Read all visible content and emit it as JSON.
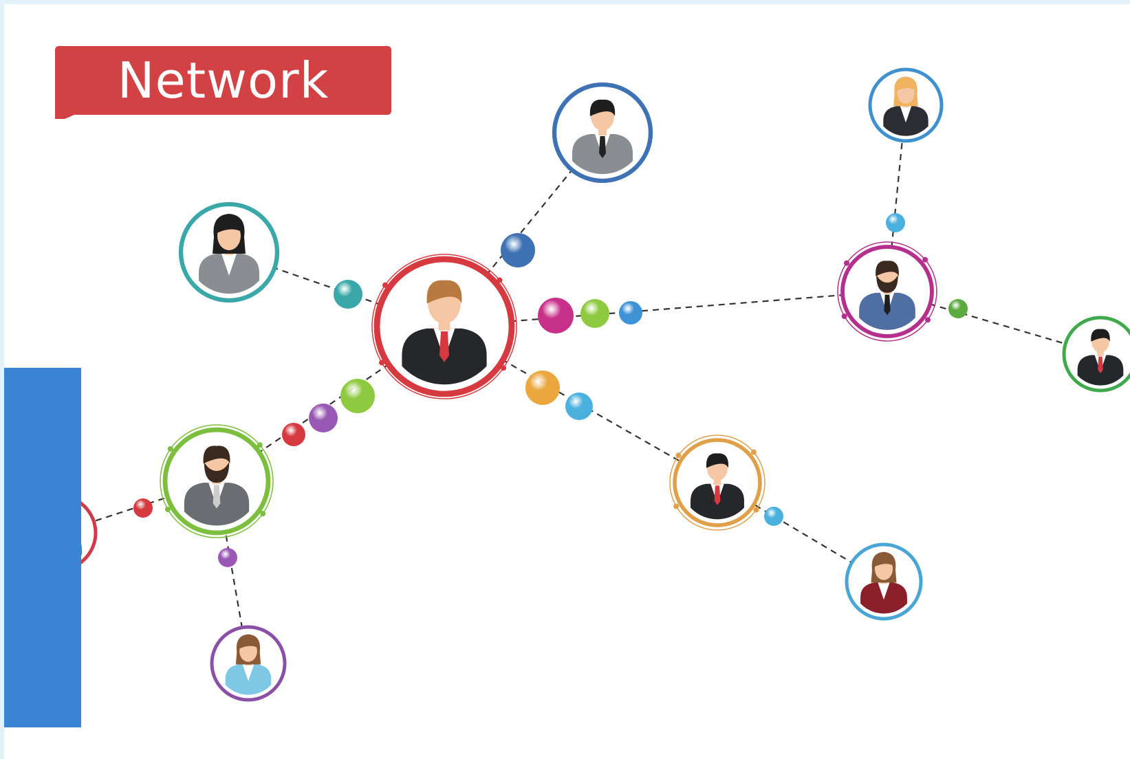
{
  "title": "Network",
  "colors": {
    "banner": "#d24244",
    "link": "#333333",
    "side_panel": "#3a85d3",
    "skin": "#f6c7a5"
  },
  "nodes": [
    {
      "id": "center",
      "ring": "#d6393f",
      "variant": "man",
      "hair": "#b97a3f",
      "suit": "#25272b",
      "tie": "#d6393f",
      "hub": true
    },
    {
      "id": "top",
      "ring": "#3f72b5",
      "variant": "man",
      "hair": "#1e1e1e",
      "suit": "#8a8d92",
      "tie": "#222222"
    },
    {
      "id": "left-woman",
      "ring": "#3aa8a8",
      "variant": "woman",
      "hair": "#1e1e1e",
      "suit": "#8a8d92",
      "tie": null
    },
    {
      "id": "right-hub",
      "ring": "#b52f8c",
      "variant": "bearded",
      "hair": "#3a2a1f",
      "suit": "#4f6fa3",
      "tie": "#1e1e1e",
      "hub": true
    },
    {
      "id": "top-right",
      "ring": "#3f90cf",
      "variant": "woman",
      "hair": "#f1b25e",
      "suit": "#2b2d32",
      "tie": null
    },
    {
      "id": "far-right",
      "ring": "#3faa4c",
      "variant": "man",
      "hair": "#1e1e1e",
      "suit": "#25272b",
      "tie": "#d6393f"
    },
    {
      "id": "left-hub",
      "ring": "#7cbf3f",
      "variant": "bearded",
      "hair": "#3a2a1f",
      "suit": "#6a6d72",
      "tie": "#cccccc",
      "hub": true
    },
    {
      "id": "bottom-left",
      "ring": "#8b4fa7",
      "variant": "woman",
      "hair": "#8a5a36",
      "suit": "#7ec8e6",
      "tie": null
    },
    {
      "id": "orange-hub",
      "ring": "#e0a04a",
      "variant": "man",
      "hair": "#1e1e1e",
      "suit": "#25272b",
      "tie": "#d6393f",
      "hub": true
    },
    {
      "id": "bottom-right",
      "ring": "#49a6d4",
      "variant": "woman",
      "hair": "#8a5a36",
      "suit": "#8b1f2a",
      "tie": null
    },
    {
      "id": "far-left",
      "ring": "#cf3b48",
      "variant": "man",
      "hair": "#1e1e1e",
      "suit": "#2c6fb8",
      "tie": "#2c6fb8"
    }
  ],
  "links": [
    {
      "from": "center",
      "to": "top"
    },
    {
      "from": "center",
      "to": "left-woman"
    },
    {
      "from": "center",
      "to": "right-hub"
    },
    {
      "from": "center",
      "to": "left-hub"
    },
    {
      "from": "center",
      "to": "orange-hub"
    },
    {
      "from": "right-hub",
      "to": "top-right"
    },
    {
      "from": "right-hub",
      "to": "far-right"
    },
    {
      "from": "left-hub",
      "to": "far-left"
    },
    {
      "from": "left-hub",
      "to": "bottom-left"
    },
    {
      "from": "orange-hub",
      "to": "bottom-right"
    }
  ],
  "beads": [
    {
      "color": "#3f72b5"
    },
    {
      "color": "#3aa8a8"
    },
    {
      "color": "#c8318a"
    },
    {
      "color": "#8ec93f"
    },
    {
      "color": "#3e93d6"
    },
    {
      "color": "#8ec93f"
    },
    {
      "color": "#9a58b5"
    },
    {
      "color": "#d6393f"
    },
    {
      "color": "#eba63d"
    },
    {
      "color": "#4ab0de"
    },
    {
      "color": "#4ab0de"
    },
    {
      "color": "#5aab3f"
    },
    {
      "color": "#d6393f"
    },
    {
      "color": "#9a58b5"
    },
    {
      "color": "#4ab0de"
    }
  ]
}
